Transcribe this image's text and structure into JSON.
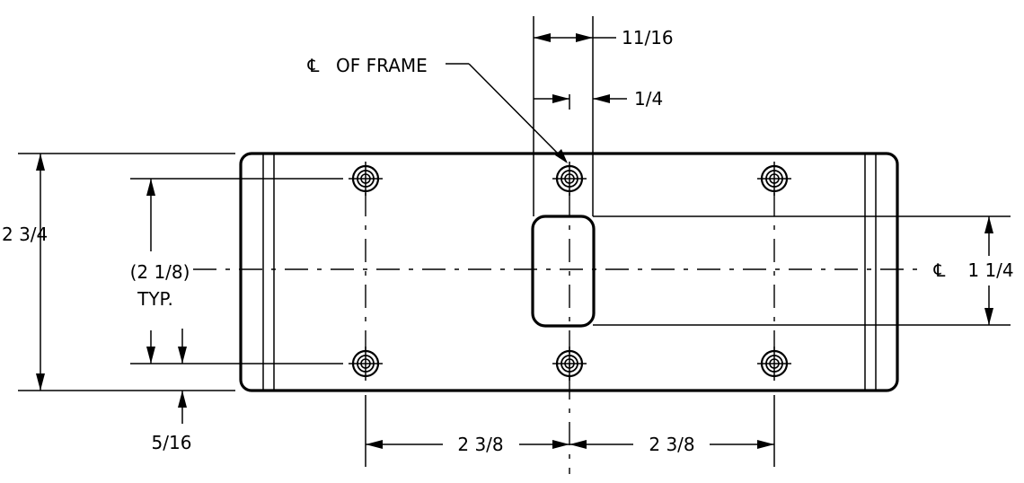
{
  "dimensions": {
    "overall_height": "2 3/4",
    "hole_spacing_vertical": "(2 1/8)",
    "hole_spacing_vertical_note": "TYP.",
    "edge_offset": "5/16",
    "slot_width": "11/16",
    "slot_offset": "1/4",
    "slot_height": "1 1/4",
    "hole_spacing_left": "2 3/8",
    "hole_spacing_right": "2 3/8"
  },
  "annotations": {
    "centerline_frame": "OF FRAME",
    "centerline_symbol": "℄"
  },
  "colors": {
    "line": "#000000",
    "background": "#ffffff"
  }
}
